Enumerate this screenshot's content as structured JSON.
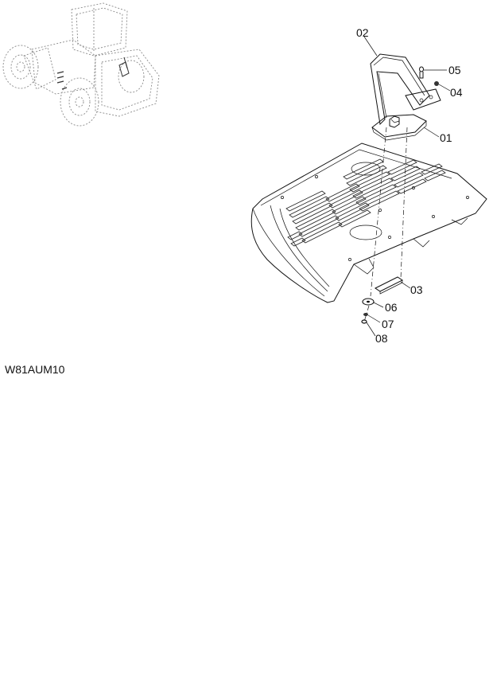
{
  "callouts": [
    {
      "number": "02"
    },
    {
      "number": "05"
    },
    {
      "number": "04"
    },
    {
      "number": "01"
    },
    {
      "number": "03"
    },
    {
      "number": "06"
    },
    {
      "number": "07"
    },
    {
      "number": "08"
    }
  ],
  "drawing_code": "W81AUM10"
}
